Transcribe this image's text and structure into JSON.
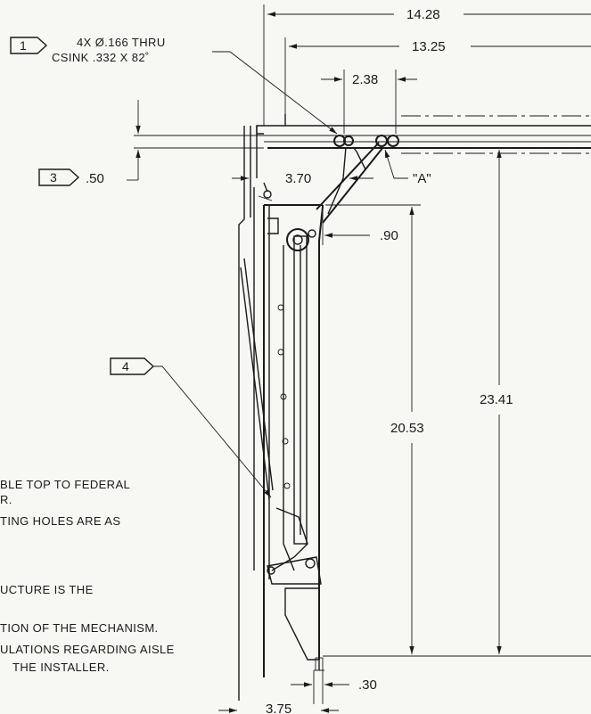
{
  "callouts": [
    {
      "number": "1",
      "text_line1": "4X Ø.166 THRU",
      "text_line2": "CSINK .332 X 82˚"
    },
    {
      "number": "3",
      "text": ".50"
    },
    {
      "number": "4"
    }
  ],
  "dimensions": {
    "overall_width": "14.28",
    "width_2": "13.25",
    "hole_spacing": "2.38",
    "offset": "3.70",
    "detail_label": "\"A\"",
    "pivot_offset": ".90",
    "total_height": "23.41",
    "rail_height": "20.53",
    "base_offset": ".30",
    "base_width": "3.75"
  },
  "notes": [
    "BLE TOP TO FEDERAL",
    "R.",
    "TING HOLES ARE AS",
    "UCTURE IS THE",
    "TION OF THE MECHANISM.",
    "ULATIONS REGARDING AISLE",
    "THE INSTALLER."
  ]
}
